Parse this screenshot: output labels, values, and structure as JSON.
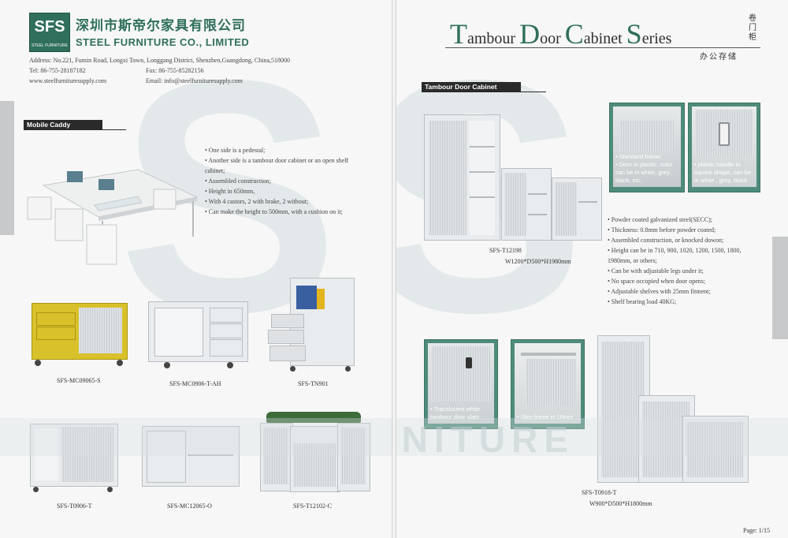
{
  "left": {
    "logo_text": "SFS",
    "logo_sub": "STEEL FURNITURE",
    "company_cn": "深圳市斯帝尔家具有限公司",
    "company_en": "STEEL FURNITURE CO., LIMITED",
    "address": "Address: No.221, Fumin Road, Longxi Town, Longgang District, Shenzhen,Guangdong, China,518000",
    "tel": "Tel: 86-755-28187182",
    "fax": "Fax: 86-755-85282156",
    "web": "www.steelfurnituresupply.com",
    "email": "Email: info@steelfurnituresupply.com",
    "section_label": "Mobile Caddy",
    "bullets": [
      "• One side is a pedestal;",
      "• Another side is a tambour door cabinet or an open shelf",
      "cabinet;",
      "• Assembled construction;",
      "• Height in 650mm,",
      "• With 4 castors, 2 with brake, 2 without;",
      "• Can make the height to 500mm, with a cushion on it;"
    ],
    "products_row1": [
      "SFS-MC09065-S",
      "SFS-MC0906-T-AH",
      "SFS-TN901"
    ],
    "products_row2": [
      "SFS-T0906-T",
      "SFS-MC12065-O",
      "SFS-T12102-C"
    ]
  },
  "right": {
    "series_title_parts": [
      "T",
      "ambour ",
      "D",
      "oor ",
      "C",
      "abinet ",
      "S",
      "eries"
    ],
    "title_cn_vertical": "卷门柜",
    "title_cn": "办公存储",
    "section_label": "Tambour Door Cabinet",
    "main_model": "SFS-T12198",
    "main_dims": "W1200*D500*H1980mm",
    "inset1": [
      "• Standard frame;",
      "• Door in plastic, color",
      "can be in white, grey,",
      "black, etc."
    ],
    "inset2": [
      "• plastic handle in",
      "square shape, can be",
      "in white , grey, black"
    ],
    "bullets": [
      "• Powder coated galvanized steel(SECC);",
      "• Thickness: 0.8mm before powder coated;",
      "• Assembled construction, or knocked dowon;",
      "• Height can be in 710, 900, 1020, 1200, 1500, 1800,",
      "1980mm, or others;",
      "• Can be with adjustable legs under it;",
      "• No space occupied when door opens;",
      "• Adjustable shelves with 25mm fitment;",
      "• Shelf bearing load 40KG;"
    ],
    "inset3": [
      "• Translucent white",
      "tambour door slats"
    ],
    "inset4": [
      "• Slim frame in 10mm"
    ],
    "second_model": "SFS-T0918-T",
    "second_dims": "W900*D500*H1800mm",
    "page_no": "Page: 1/15",
    "watermark": "STEEL FURNITURE"
  },
  "colors": {
    "accent_green": "#4e8b7a",
    "title_green": "#2f6f5c",
    "label_bg": "#2a2a2a"
  }
}
